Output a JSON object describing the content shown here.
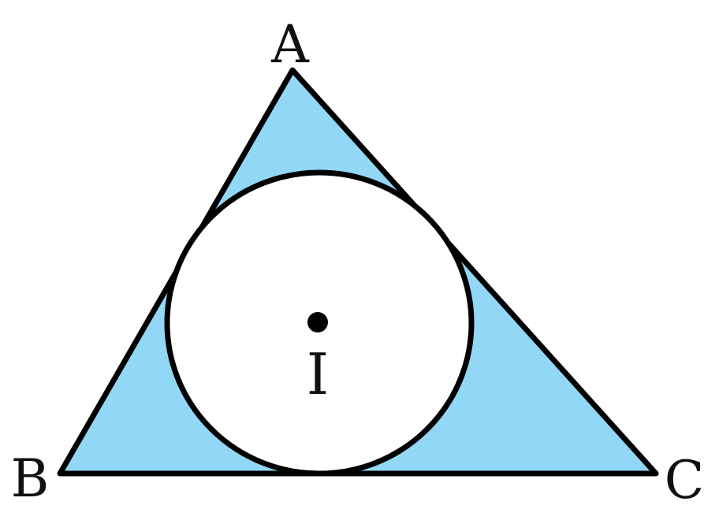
{
  "diagram": {
    "labels": {
      "vertex_a": "A",
      "vertex_b": "B",
      "vertex_c": "C",
      "incenter": "I"
    },
    "colors": {
      "triangle_fill": "#92d8f6",
      "stroke": "#000000",
      "circle_fill": "#ffffff"
    }
  }
}
